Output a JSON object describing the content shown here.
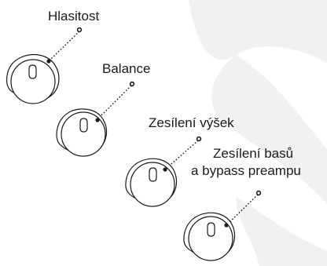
{
  "background": {
    "watermark_color": "#f1f1f1",
    "line_color": "#1a1a1a"
  },
  "controls": [
    {
      "id": "volume",
      "label_lines": [
        "Hlasitost"
      ]
    },
    {
      "id": "balance",
      "label_lines": [
        "Balance"
      ]
    },
    {
      "id": "treble",
      "label_lines": [
        "Zesílení výšek"
      ]
    },
    {
      "id": "bass",
      "label_lines": [
        "Zesílení basů",
        "a bypass preampu"
      ]
    }
  ]
}
